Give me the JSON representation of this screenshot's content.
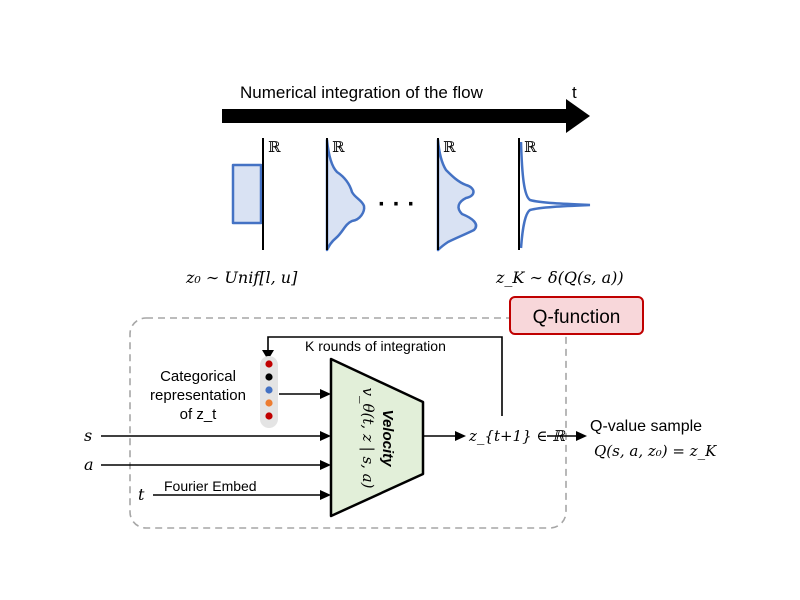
{
  "header": {
    "title": "Numerical integration of the flow",
    "t_label": "t"
  },
  "distributions": {
    "axis_symbol": "ℝ",
    "ellipsis": "· · ·",
    "z0_caption": "z₀ ∼ Unif[l, u]",
    "zK_caption": "z_K ∼ δ(Q(s, a))"
  },
  "qfunction": {
    "badge": "Q-function",
    "loop_label": "K rounds of integration",
    "categorical_label_line1": "Categorical",
    "categorical_label_line2": "representation",
    "categorical_label_line3": "of z_t",
    "dot_colors": [
      "#c00000",
      "#000000",
      "#4472c4",
      "#ed7d31",
      "#c00000"
    ],
    "velocity_label": "Velocity",
    "velocity_formula": "v_θ(t, z | s, a)",
    "output_label": "z_{t+1} ∈ ℝ",
    "inputs": {
      "s": "s",
      "a": "a",
      "t": "t",
      "fourier": "Fourier Embed"
    },
    "qvalue_title": "Q-value sample",
    "qvalue_formula": "Q(s, a, z₀) = z_K"
  },
  "colors": {
    "dist_stroke": "#4472c4",
    "dist_fill": "#d9e2f3",
    "velocity_fill": "#e2efd9",
    "badge_fill": "#f8d7da",
    "badge_stroke": "#c00000",
    "dashed_box": "#a6a6a6"
  }
}
